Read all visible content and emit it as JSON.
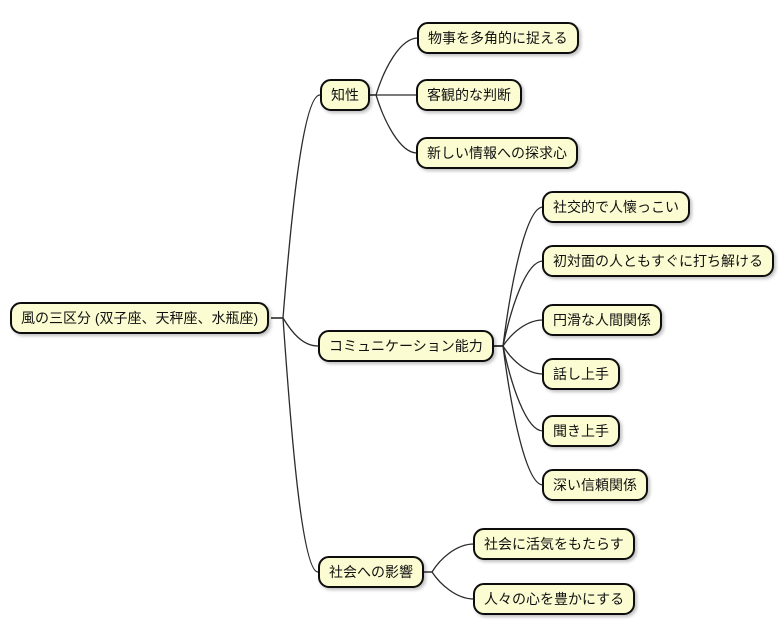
{
  "diagram": {
    "type": "mindmap",
    "colors": {
      "node_fill": "#fcfcd2",
      "node_border": "#0d0d0d",
      "edge": "#2b2b2b",
      "background": "#ffffff"
    },
    "root": {
      "label": "風の三区分 (双子座、天秤座、水瓶座)"
    },
    "branches": [
      {
        "label": "知性",
        "children": [
          {
            "label": "物事を多角的に捉える"
          },
          {
            "label": "客観的な判断"
          },
          {
            "label": "新しい情報への探求心"
          }
        ]
      },
      {
        "label": "コミュニケーション能力",
        "children": [
          {
            "label": "社交的で人懐っこい"
          },
          {
            "label": "初対面の人ともすぐに打ち解ける"
          },
          {
            "label": "円滑な人間関係"
          },
          {
            "label": "話し上手"
          },
          {
            "label": "聞き上手"
          },
          {
            "label": "深い信頼関係"
          }
        ]
      },
      {
        "label": "社会への影響",
        "children": [
          {
            "label": "社会に活気をもたらす"
          },
          {
            "label": "人々の心を豊かにする"
          }
        ]
      }
    ]
  }
}
